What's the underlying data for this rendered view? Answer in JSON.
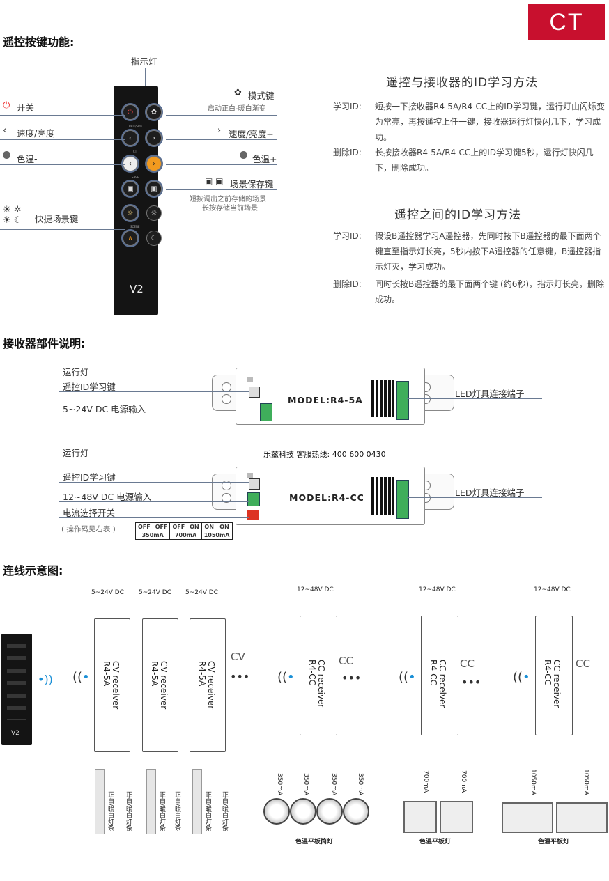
{
  "badge": "CT",
  "section_remote": "遥控按键功能:",
  "section_receiver": "接收器部件说明:",
  "section_wiring": "连线示意图:",
  "remote": {
    "indicator": "指示灯",
    "power": "开关",
    "speed_minus": "速度/亮度-",
    "speed_plus": "速度/亮度+",
    "ct_minus": "色温-",
    "ct_plus": "色温+",
    "mode": "模式键",
    "mode_sub": "启动正白-暖白渐变",
    "scene_save": "场景保存键",
    "scene_sub1": "短按调出之前存储的场景",
    "scene_sub2": "长按存储当前场景",
    "quick_scene": "快捷场景键",
    "brand": "V2",
    "btn_label_bri": "BRIT/SPD",
    "btn_label_ct": "CT",
    "btn_label_save": "SAVE",
    "btn_label_scene": "SCENE"
  },
  "id_remote_receiver": {
    "title": "遥控与接收器的ID学习方法",
    "learn_key": "学习ID:",
    "learn_text": "短按一下接收器R4-5A/R4-CC上的ID学习键，运行灯由闪烁变为常亮，再按遥控上任一键，接收器运行灯快闪几下，学习成功。",
    "delete_key": "删除ID:",
    "delete_text": "长按接收器R4-5A/R4-CC上的ID学习键5秒，运行灯快闪几下，删除成功。"
  },
  "id_remote_remote": {
    "title": "遥控之间的ID学习方法",
    "learn_key": "学习ID:",
    "learn_text": "假设B遥控器学习A遥控器，先同时按下B遥控器的最下面两个键直至指示灯长亮，5秒内按下A遥控器的任意键，B遥控器指示灯灭，学习成功。",
    "delete_key": "删除ID:",
    "delete_text": "同时长按B遥控器的最下面两个键 (约6秒)，指示灯长亮，删除成功。"
  },
  "receiver1": {
    "run_led": "运行灯",
    "id_key": "遥控ID学习键",
    "power_in": "5~24V DC  电源输入",
    "led_out": "LED灯具连接端子",
    "model": "MODEL:R4-5A"
  },
  "receiver2": {
    "run_led": "运行灯",
    "id_key": "遥控ID学习键",
    "power_in": "12~48V DC 电源输入",
    "current_switch": "电流选择开关",
    "note": "( 操作码见右表 )",
    "led_out": "LED灯具连接端子",
    "model": "MODEL:R4-CC",
    "hotline": "乐兹科技 客服热线: 400 600 0430",
    "table_row1": [
      "OFF",
      "OFF",
      "OFF",
      "ON",
      "ON",
      "ON"
    ],
    "table_row2": [
      "350mA",
      "700mA",
      "1050mA"
    ]
  },
  "wiring": {
    "cv_volt": "5~24V DC",
    "cc_volt": "12~48V DC",
    "cv_label": "CV",
    "cc_label": "CC",
    "cv_device": "CV receiver",
    "cv_model": "R4-5A",
    "cc_device": "CC receiver",
    "cc_model": "R4-CC",
    "strip_label": "正白/暖白灯条",
    "current_350": "350mA",
    "current_700": "700mA",
    "current_1050": "1050mA",
    "caption_350": "色温平板筒灯",
    "caption_700": "色温平板灯",
    "caption_1050": "色温平板灯",
    "dots": "•••"
  }
}
